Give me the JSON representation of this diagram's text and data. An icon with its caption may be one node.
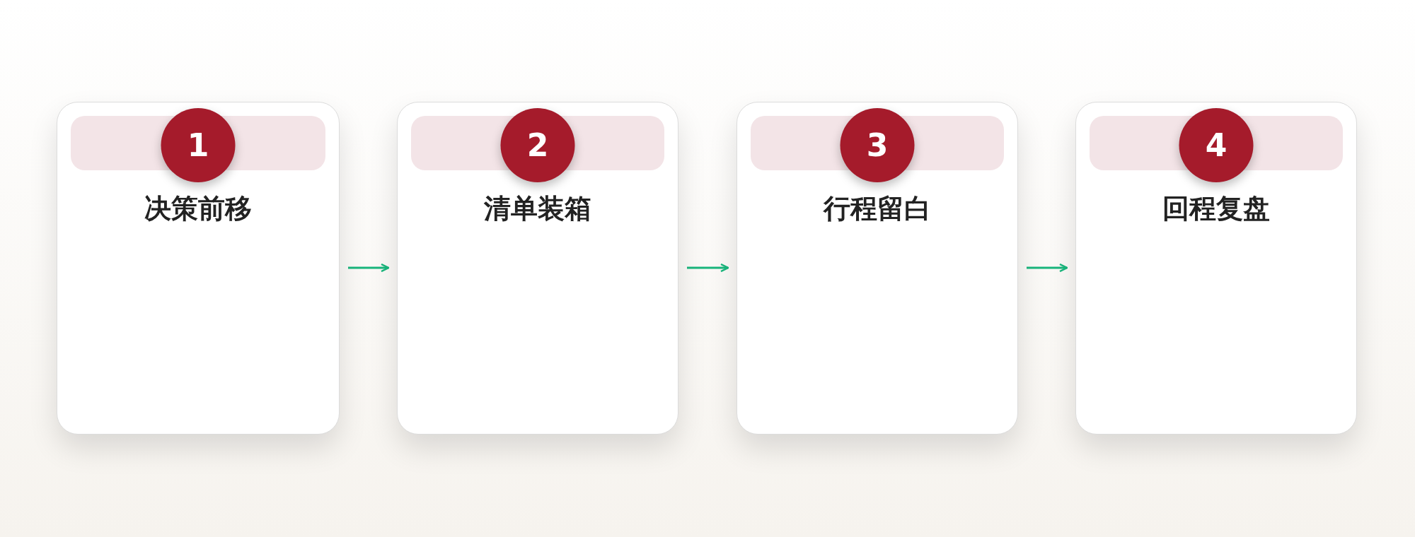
{
  "diagram": {
    "nodes": [
      {
        "text": [
          "1",
          "决策前移"
        ]
      },
      {
        "text": [
          "2",
          "清单装箱"
        ]
      },
      {
        "text": [
          "3",
          "行程留白"
        ]
      },
      {
        "text": [
          "4",
          "回程复盘"
        ]
      }
    ],
    "edges": [
      {
        "from": 0,
        "to": 1,
        "arrow": "to"
      },
      {
        "from": 1,
        "to": 2,
        "arrow": "to"
      },
      {
        "from": 2,
        "to": 3,
        "arrow": "to"
      }
    ]
  }
}
